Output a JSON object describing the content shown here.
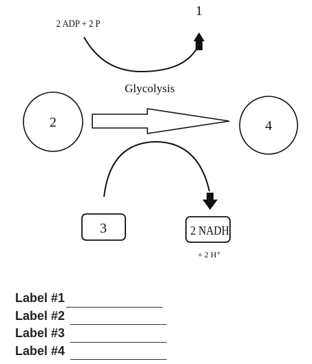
{
  "diagram": {
    "top_reactants": "2 ADP + 2 P",
    "label_1": "1",
    "label_2": "2",
    "label_3": "3",
    "label_4": "4",
    "process": "Glycolysis",
    "nadh": "2 NADH",
    "h_plus": "+ 2 H⁺"
  },
  "labels": [
    {
      "text": "Label #1"
    },
    {
      "text": "Label #2"
    },
    {
      "text": "Label #3"
    },
    {
      "text": "Label #4"
    }
  ]
}
